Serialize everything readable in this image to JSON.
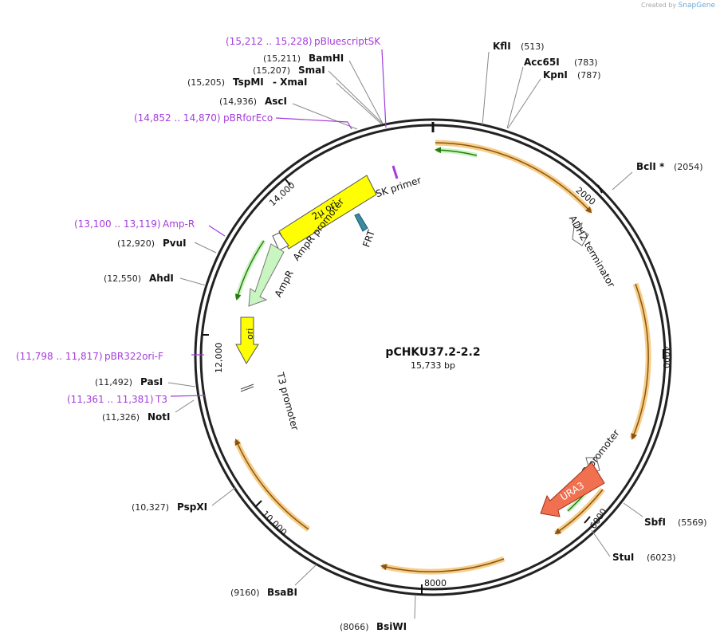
{
  "credit": {
    "prefix": "Created by",
    "brand": "SnapGene"
  },
  "title": "pCHKU37.2-2.2",
  "subtitle": "15,733 bp",
  "ticks": [
    "2000",
    "4000",
    "6000",
    "8000",
    "10,000",
    "12,000",
    "14,000"
  ],
  "enzymes": [
    {
      "pos": "(513)",
      "name": "KflI"
    },
    {
      "pos": "(783)",
      "name": "Acc65I"
    },
    {
      "pos": "(787)",
      "name": "KpnI"
    },
    {
      "pos": "(2054)",
      "name": "BclI *"
    },
    {
      "pos": "(5569)",
      "name": "SbfI"
    },
    {
      "pos": "(6023)",
      "name": "StuI"
    },
    {
      "pos": "(8066)",
      "name": "BsiWI"
    },
    {
      "pos": "(9160)",
      "name": "BsaBI"
    },
    {
      "pos": "(10,327)",
      "name": "PspXI"
    },
    {
      "pos": "(11,326)",
      "name": "NotI"
    },
    {
      "pos": "(11,492)",
      "name": "PasI"
    },
    {
      "pos": "(12,550)",
      "name": "AhdI"
    },
    {
      "pos": "(12,920)",
      "name": "PvuI"
    },
    {
      "pos": "(14,936)",
      "name": "AscI"
    },
    {
      "pos": "(15,205)",
      "name": "TspMI"
    },
    {
      "pos": "- XmaI",
      "name": ""
    },
    {
      "pos": "(15,207)",
      "name": "SmaI"
    },
    {
      "pos": "(15,211)",
      "name": "BamHI"
    }
  ],
  "primers": [
    {
      "range": "(15,212 .. 15,228)",
      "name": "pBluescriptSK"
    },
    {
      "range": "(14,852 .. 14,870)",
      "name": "pBRforEco"
    },
    {
      "range": "(13,100 .. 13,119)",
      "name": "Amp-R"
    },
    {
      "range": "(11,798 .. 11,817)",
      "name": "pBR322ori-F"
    },
    {
      "range": "(11,361 .. 11,381)",
      "name": "T3"
    }
  ],
  "features": {
    "sk_primer": "SK primer",
    "two_micron_ori": "2µ ori",
    "ampr_promoter": "AmpR promoter",
    "ampr": "AmpR",
    "frt": "FRT",
    "ori": "ori",
    "t3_promoter": "T3 promoter",
    "adh2_terminator": "ADH2 terminator",
    "ura3_promoter": "URA3 promoter",
    "ura3": "URA3"
  },
  "colors": {
    "primer": "#a43cdc",
    "orf": "#f5c472",
    "orf_line": "#a06418",
    "ori": "#ffff00",
    "ampr": "#c8f5c0",
    "ura3": "#f07050",
    "green": "#3a9a1a"
  }
}
